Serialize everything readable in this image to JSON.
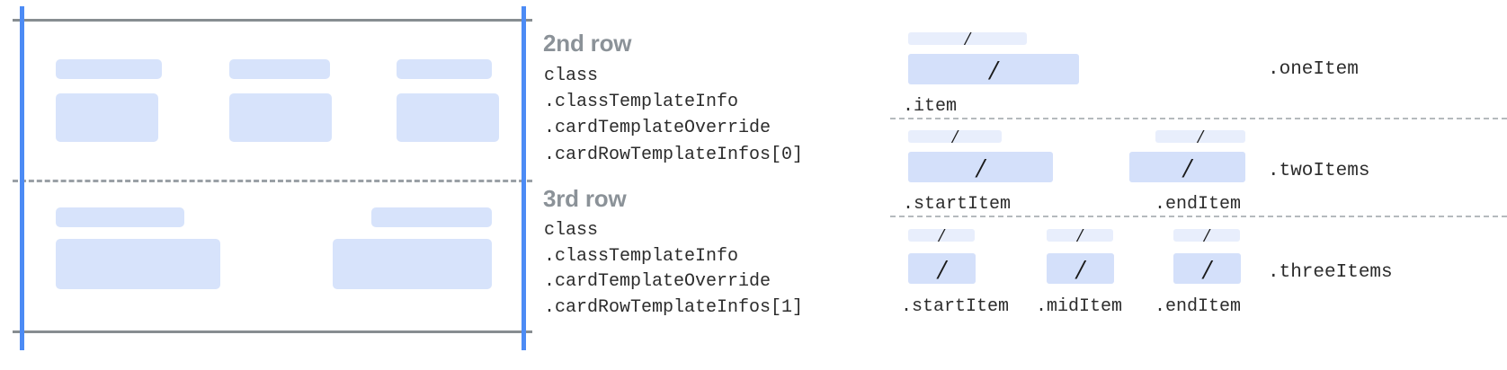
{
  "colors": {
    "guide_blue": "#4c8bf5",
    "rule_grey": "#878d91",
    "dashed_grey": "#9aa0a6",
    "placeholder_blue": "#d7e3fb",
    "bar_light": "#e8eefc",
    "bar_solid": "#d4e0fa",
    "heading_grey": "#8b9298",
    "code_text": "#2c2c2c"
  },
  "left_panel": {
    "name": "card-rows-wireframe",
    "rows": [
      {
        "name": "second-row-wireframe",
        "columns": [
          {
            "label_bar": "",
            "content_block": ""
          },
          {
            "label_bar": "",
            "content_block": ""
          },
          {
            "label_bar": "",
            "content_block": ""
          }
        ]
      },
      {
        "name": "third-row-wireframe",
        "columns": [
          {
            "label_bar": "",
            "content_block": ""
          },
          {
            "label_bar": "",
            "content_block": ""
          }
        ]
      }
    ]
  },
  "descriptions": [
    {
      "heading": "2nd row",
      "code_lines": [
        "class",
        ".classTemplateInfo",
        ".cardTemplateOverride",
        ".cardRowTemplateInfos[0]"
      ]
    },
    {
      "heading": "3rd row",
      "code_lines": [
        "class",
        ".classTemplateInfo",
        ".cardTemplateOverride",
        ".cardRowTemplateInfos[1]"
      ]
    }
  ],
  "variants": [
    {
      "group_label": ".oneItem",
      "items": [
        {
          "sub_label": ".item",
          "glyph": "/"
        }
      ]
    },
    {
      "group_label": ".twoItems",
      "items": [
        {
          "sub_label": ".startItem",
          "glyph": "/"
        },
        {
          "sub_label": ".endItem",
          "glyph": "/"
        }
      ]
    },
    {
      "group_label": ".threeItems",
      "items": [
        {
          "sub_label": ".startItem",
          "glyph": "/"
        },
        {
          "sub_label": ".midItem",
          "glyph": "/"
        },
        {
          "sub_label": ".endItem",
          "glyph": "/"
        }
      ]
    }
  ]
}
